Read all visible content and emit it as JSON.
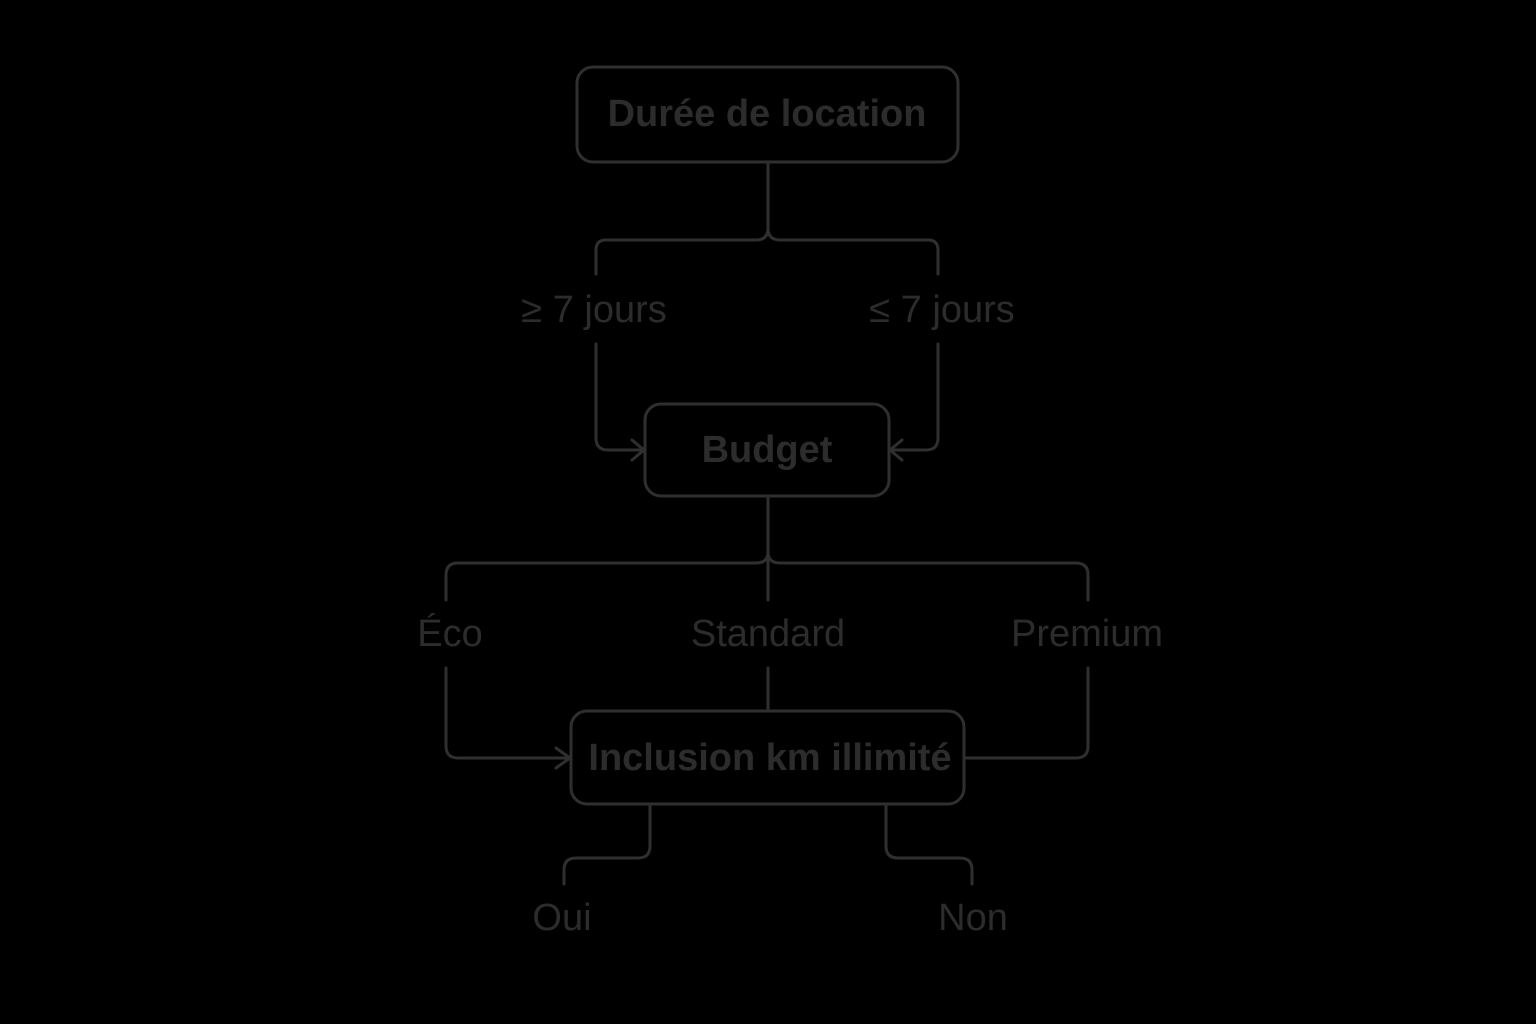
{
  "diagram": {
    "nodes": {
      "duration": "Durée de location",
      "budget": "Budget",
      "mileage": "Inclusion km illimité"
    },
    "branches": {
      "duration_ge_7": "≥ 7 jours",
      "duration_le_7": "≤ 7 jours",
      "budget_eco": "Éco",
      "budget_standard": "Standard",
      "budget_premium": "Premium",
      "mileage_yes": "Oui",
      "mileage_no": "Non"
    },
    "colors": {
      "background": "#000000",
      "line": "#2f2f2f",
      "text": "#2c2c2c"
    }
  }
}
